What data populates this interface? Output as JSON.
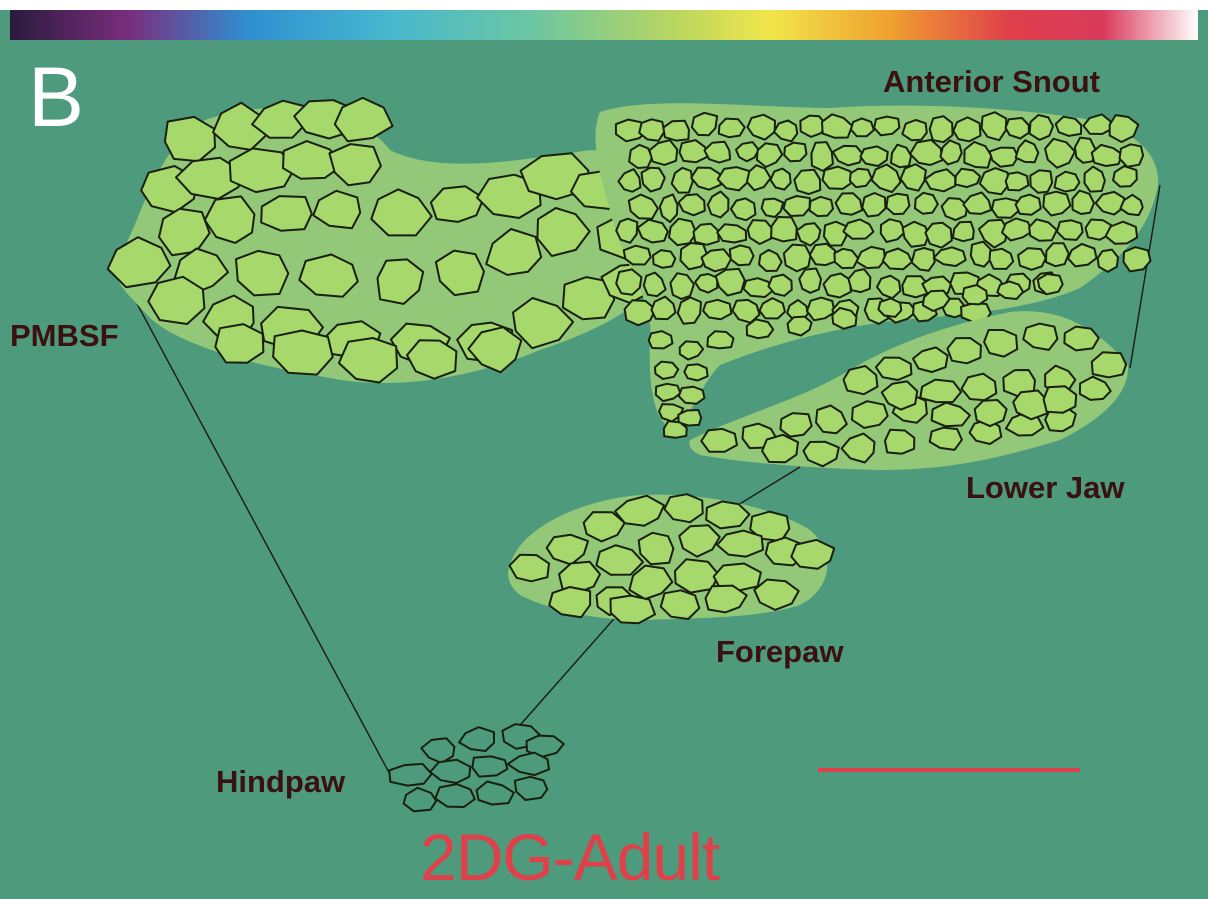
{
  "panel": {
    "letter": "B"
  },
  "figure": {
    "title": "2DG-Adult"
  },
  "regions": {
    "anterior_snout": "Anterior Snout",
    "pmbsf": "PMBSF",
    "lower_jaw": "Lower Jaw",
    "forepaw": "Forepaw",
    "hindpaw": "Hindpaw"
  },
  "colors": {
    "background": "#4e9a7c",
    "cell_fill": "#a6d86b",
    "field_fill": "#93c879",
    "scale_bar": "#e0404a",
    "title": "#e0404a",
    "labels": "#3a1010",
    "color_bar": [
      "#2a1b3d",
      "#7a2d7e",
      "#2f8fd1",
      "#47b8cf",
      "#6cc6a1",
      "#b9d660",
      "#f1e64a",
      "#f0a12f",
      "#e0404a",
      "#d93a5b",
      "#ffffff"
    ]
  }
}
